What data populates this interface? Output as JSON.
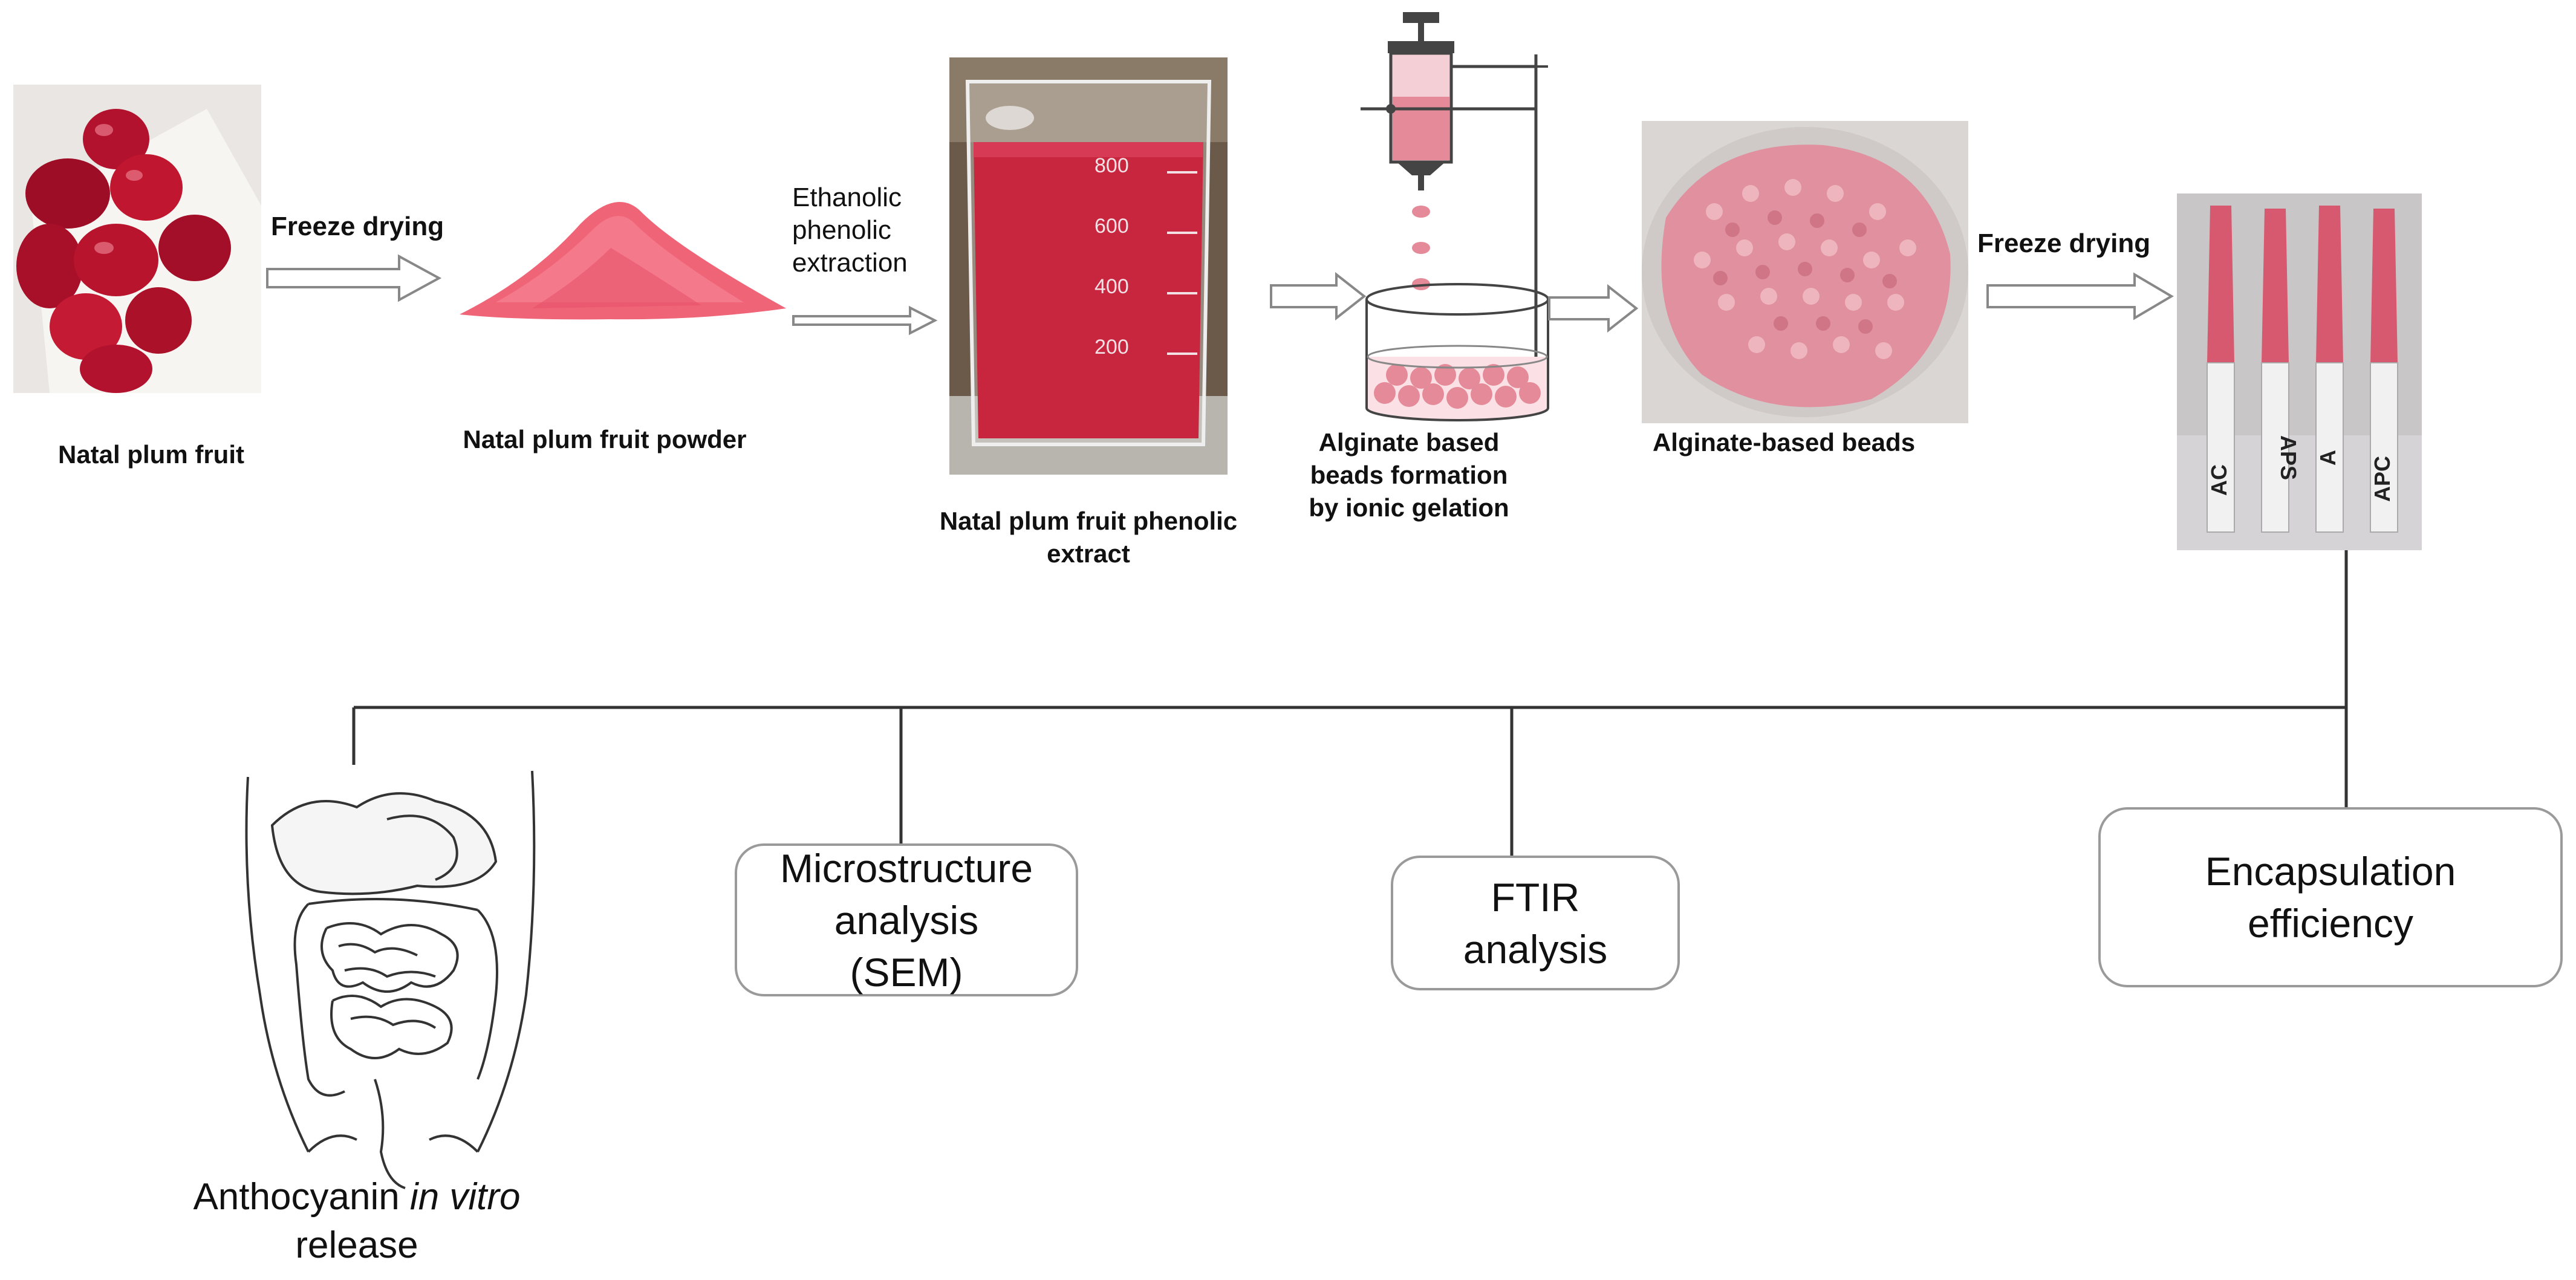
{
  "steps": [
    {
      "label": "Natal plum fruit"
    },
    {
      "label": "Natal plum fruit powder"
    },
    {
      "label": "Natal plum fruit phenolic extract"
    },
    {
      "label": "Alginate based beads formation by ionic gelation"
    },
    {
      "label": "Alginate-based beads"
    }
  ],
  "arrows": {
    "freeze_drying_1": "Freeze drying",
    "ethanolic_extraction": "Ethanolic phenolic extraction",
    "freeze_drying_2": "Freeze drying"
  },
  "analyses": {
    "microstructure": "Microstructure analysis (SEM)",
    "ftir": "FTIR analysis",
    "encapsulation": "Encapsulation efficiency",
    "release_prefix": "Anthocyanin ",
    "release_italic": "in vitro",
    "release_suffix": "release"
  },
  "beaker_ticks": [
    "800",
    "600",
    "400",
    "200"
  ],
  "tube_labels": [
    "AC",
    "APS",
    "A",
    "APC"
  ],
  "colors": {
    "fruit": "#b3122e",
    "powder": "#f06478",
    "extract": "#c8253f",
    "beads": "#e0909e",
    "box_border": "#9a9a9a"
  }
}
